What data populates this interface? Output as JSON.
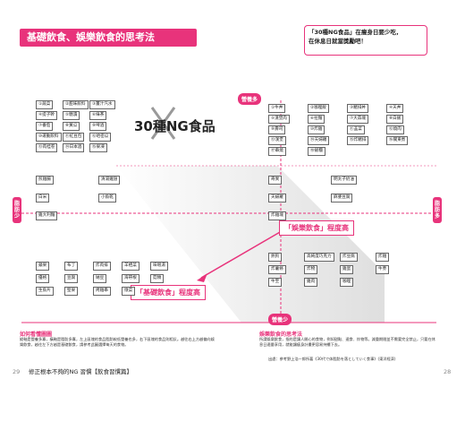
{
  "title": "基礎飲食、娛樂飲食的思考法",
  "callout": {
    "line1": "「30種NG食品」在瘦身日要少吃，",
    "line2": "在休息日就當獎勵吧！"
  },
  "ng_center_label": "30種NG食品",
  "axis": {
    "top": "營養多",
    "bottom": "營養少",
    "left": "脂肪少",
    "right": "脂肪多"
  },
  "zone_labels": {
    "fun_food": "「娛樂飲食」程度高",
    "basic_food": "「基礎飲食」程度高"
  },
  "items_top_left": [
    "①蔬菜",
    "②甜味飲料",
    "③薑汁汽水",
    "④提子幹",
    "⑤糖漬",
    "⑥綠茶",
    "⑦番茄",
    "⑧黃瓜",
    "⑨啤酒",
    "⑩運動飲料",
    "⑪紅豆包",
    "⑫哈密瓜",
    "⑬肉桂卷",
    "⑭日本酒",
    "⑮果凍"
  ],
  "items_top_right": [
    "①牛丼",
    "②咖哩飯",
    "③豬排丼",
    "④天丼",
    "⑤漢堡肉",
    "⑥拉麵",
    "⑦大蒜塊",
    "⑧白飯",
    "⑨壽司",
    "⑩炸雞",
    "⑪韭菜",
    "⑫燒肉",
    "⑬漢堡",
    "⑭天婦羅",
    "⑮炸豬排",
    "⑯關東煮",
    "⑰串燒",
    "⑱飯糰"
  ],
  "items_mid_left": [
    "煎雞腸",
    "清湯雞翅",
    "白米",
    "小魚乾",
    "雞大利麵"
  ],
  "items_mid_right": [
    "奇異",
    "明太子奶油",
    "天婦羅",
    "麻婆豆腐",
    "炸雞塊"
  ],
  "items_bottom_left": [
    "蘋果",
    "布丁",
    "炸肉排",
    "羊栖菜",
    "味噌湯",
    "優格",
    "豆腐",
    "納豆",
    "海帶根",
    "菇類",
    "生魚片",
    "堅果",
    "烤雞串",
    "燉菜"
  ],
  "items_bottom_right": [
    "熱狗",
    "高純度巧克力",
    "炸豆腐",
    "炸雞",
    "炸薯條",
    "炸物",
    "雞蛋",
    "牛蒡",
    "牛至",
    "雞肉",
    "咖哩"
  ],
  "footer_left": {
    "heading": "如何看懂圖圖",
    "text": "縱軸是營養多寡，橫軸是脂肪多寡，左上區塊的食品脂肪較低營養也多，右下區塊的食品則相反。越往右上方越偏向娛樂飲食，越往左下方越是基礎飲食，請參考此圖選擇每天的食物。"
  },
  "footer_right": {
    "heading": "娛樂飲食的思考法",
    "text": "所謂娛樂飲食，指的是讓人開心的食物，例如甜點、速食、炸物等。減重期間並不需要完全禁止，只要在休息日適量享用，就能讓瘦身計畫更容易持續下去。"
  },
  "source_note": "出處：參考野上浩一郎所著《30代で体脂肪を落としていく食事》(東洋經濟)",
  "bottom_bar_left": "修正根本不夠的NG 習慣【飲食習慣篇】",
  "page_left": "29",
  "page_right": "28",
  "colors": {
    "accent": "#e8337b",
    "zone_gray": "#d9d9d9"
  }
}
